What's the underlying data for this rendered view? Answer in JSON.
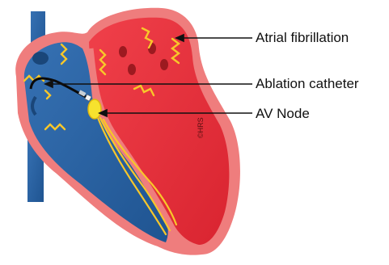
{
  "labels": {
    "atrial_fibrillation": "Atrial fibrillation",
    "ablation_catheter": "Ablation catheter",
    "av_node": "AV Node"
  },
  "watermark": "©HRS",
  "colors": {
    "right_heart": "#2a63a4",
    "right_heart_dark": "#1c4f8c",
    "left_heart": "#e8303a",
    "left_heart_light": "#f25a5e",
    "myocardium": "#ef7d7d",
    "signal_yellow": "#f8c72a",
    "av_node": "#f7e22e",
    "leader": "#111111"
  },
  "icons": [
    "catheter-icon",
    "av-node-icon",
    "electrical-wave-icon"
  ]
}
